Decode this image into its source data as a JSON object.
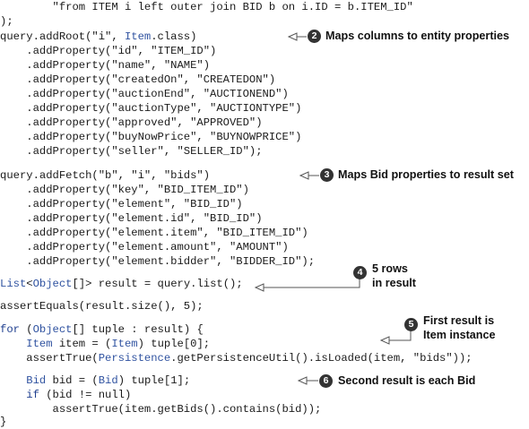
{
  "code": {
    "l1": "        \"from ITEM i left outer join BID b on i.ID = b.ITEM_ID\"",
    "l2": ");",
    "l3_pre": "query.addRoot(\"i\", ",
    "l3_type": "Item",
    "l3_post": ".class)",
    "l4": "    .addProperty(\"id\", \"ITEM_ID\")",
    "l5": "    .addProperty(\"name\", \"NAME\")",
    "l6": "    .addProperty(\"createdOn\", \"CREATEDON\")",
    "l7": "    .addProperty(\"auctionEnd\", \"AUCTIONEND\")",
    "l8": "    .addProperty(\"auctionType\", \"AUCTIONTYPE\")",
    "l9": "    .addProperty(\"approved\", \"APPROVED\")",
    "l10": "    .addProperty(\"buyNowPrice\", \"BUYNOWPRICE\")",
    "l11": "    .addProperty(\"seller\", \"SELLER_ID\");",
    "l12": "query.addFetch(\"b\", \"i\", \"bids\")",
    "l13": "    .addProperty(\"key\", \"BID_ITEM_ID\")",
    "l14": "    .addProperty(\"element\", \"BID_ID\")",
    "l15": "    .addProperty(\"element.id\", \"BID_ID\")",
    "l16": "    .addProperty(\"element.item\", \"BID_ITEM_ID\")",
    "l17": "    .addProperty(\"element.amount\", \"AMOUNT\")",
    "l18": "    .addProperty(\"element.bidder\", \"BIDDER_ID\");",
    "l19_type1": "List",
    "l19_mid": "<",
    "l19_type2": "Object",
    "l19_post": "[]> result = query.list();",
    "l20": "assertEquals(result.size(), 5);",
    "l21_kw": "for",
    "l21_mid": " (",
    "l21_type": "Object",
    "l21_post": "[] tuple : result) {",
    "l22_indent": "    ",
    "l22_type1": "Item",
    "l22_mid": " item = (",
    "l22_type2": "Item",
    "l22_post": ") tuple[0];",
    "l23_pre": "    assertTrue(",
    "l23_type": "Persistence",
    "l23_post": ".getPersistenceUtil().isLoaded(item, \"bids\"));",
    "l24_indent": "    ",
    "l24_type1": "Bid",
    "l24_mid": " bid = (",
    "l24_type2": "Bid",
    "l24_post": ") tuple[1];",
    "l25_indent": "    ",
    "l25_kw": "if",
    "l25_post": " (bid != null)",
    "l26": "        assertTrue(item.getBids().contains(bid));",
    "l27": "}"
  },
  "annotations": [
    {
      "number": "2",
      "text": "Maps columns to entity properties"
    },
    {
      "number": "3",
      "text": "Maps Bid properties to result set"
    },
    {
      "number": "4",
      "line1": "5 rows",
      "line2": "in result"
    },
    {
      "number": "5",
      "line1": "First result is",
      "line2": "Item instance"
    },
    {
      "number": "6",
      "text": "Second result is each Bid"
    }
  ],
  "colors": {
    "keyword": "#1f3f8f",
    "type": "#2f52a0",
    "text": "#1a1a1a",
    "badge": "#333333"
  }
}
